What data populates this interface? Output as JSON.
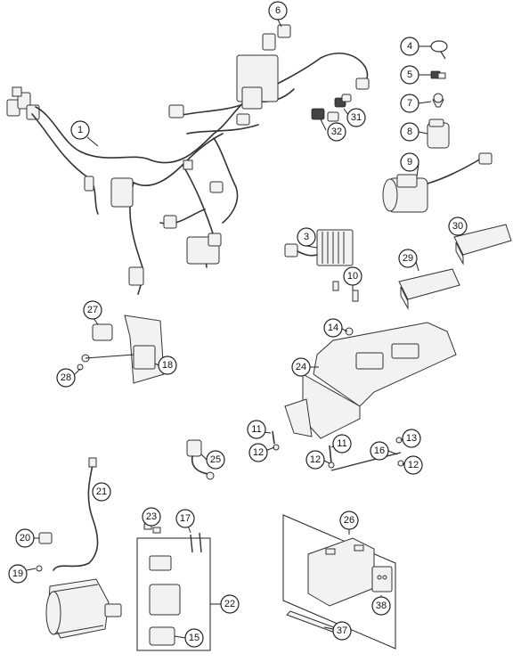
{
  "callouts": {
    "c1": "1",
    "c3": "3",
    "c4": "4",
    "c5": "5",
    "c6": "6",
    "c7": "7",
    "c8": "8",
    "c9": "9",
    "c10": "10",
    "c11a": "11",
    "c11b": "11",
    "c12a": "12",
    "c12b": "12",
    "c12c": "12",
    "c13": "13",
    "c14": "14",
    "c15": "15",
    "c16": "16",
    "c17": "17",
    "c18": "18",
    "c19": "19",
    "c20": "20",
    "c21": "21",
    "c22": "22",
    "c23": "23",
    "c24": "24",
    "c25": "25",
    "c26": "26",
    "c27": "27",
    "c28": "28",
    "c29": "29",
    "c30": "30",
    "c31": "31",
    "c32": "32",
    "c37": "37",
    "c38": "38"
  },
  "icons": {
    "wiring-harness": "wiring-harness-icon",
    "starter-motor": "starter-motor-icon",
    "battery": "battery-icon",
    "battery-holder": "battery-holder-icon",
    "voltage-regulator": "voltage-regulator-icon",
    "starter-relay": "starter-relay-icon"
  }
}
